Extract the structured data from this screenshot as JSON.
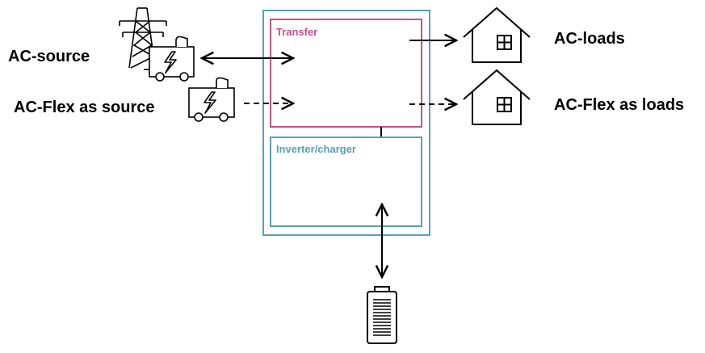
{
  "labels": {
    "ac_source": "AC-source",
    "ac_flex_source": "AC-Flex as source",
    "ac_loads": "AC-loads",
    "ac_flex_loads": "AC-Flex as loads",
    "transfer": "Transfer",
    "inverter_charger": "Inverter/charger"
  },
  "colors": {
    "outer_box": "#5aa0b8",
    "transfer_box": "#c8508a",
    "inverter_box": "#5aa0b8",
    "lines": "#000000"
  },
  "icons": {
    "grid_tower": "power-tower-icon",
    "generator": "generator-icon",
    "house": "house-icon",
    "battery": "battery-icon"
  }
}
